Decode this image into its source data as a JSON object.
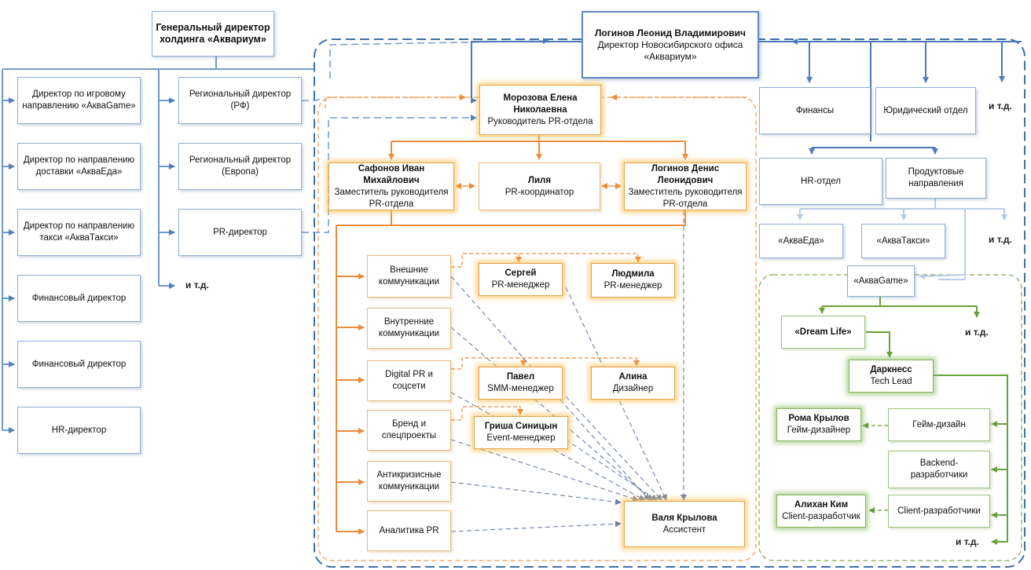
{
  "holding": {
    "ceo": "Генеральный директор холдинга «Аквариум»",
    "left_column": [
      "Директор по игровому направлению «АкваGame»",
      "Директор по направлению доставки «АкваЕда»",
      "Директор по направлению такси «АкваТакси»",
      "Финансовый директор",
      "Финансовый директор",
      "HR-директор"
    ],
    "mid_column": [
      "Региональный директор (РФ)",
      "Региональный директор (Европа)",
      "PR-директор"
    ],
    "etc": "и т.д."
  },
  "office": {
    "director_name": "Логинов Леонид Владимирович",
    "director_title": "Директор Новосибирского офиса «Аквариум»",
    "finance": "Финансы",
    "legal": "Юридический отдел",
    "hr": "HR-отдел",
    "products": "Продуктовые направления",
    "akva_eda": "«АкваЕда»",
    "akva_taxi": "«АкваТакси»",
    "etc": "и т.д."
  },
  "pr": {
    "head_name": "Морозова Елена Николаевна",
    "head_title": "Руководитель PR-отдела",
    "deputy1_name": "Сафонов Иван Михайлович",
    "deputy1_title": "Заместитель руководителя PR-отдела",
    "coord_name": "Лиля",
    "coord_title": "PR-координатор",
    "deputy2_name": "Логинов Денис Леонидович",
    "deputy2_title": "Заместитель руководителя PR-отдела",
    "functions": [
      "Внешние коммуникации",
      "Внутренние коммуникации",
      "Digital PR и соцсети",
      "Бренд и спецпроекты",
      "Антикризисные коммуникации",
      "Аналитика PR"
    ],
    "sergey_name": "Сергей",
    "sergey_title": "PR-менеджер",
    "lyudmila_name": "Людмила",
    "lyudmila_title": "PR-менеджер",
    "pavel_name": "Павел",
    "pavel_title": "SMM-менеджер",
    "alina_name": "Алина",
    "alina_title": "Дизайнер",
    "grisha_name": "Гриша Синицын",
    "grisha_title": "Event-менеджер",
    "valya_name": "Валя Крылова",
    "valya_title": "Ассистент"
  },
  "game": {
    "akva_game": "«АкваGame»",
    "dream_life": "«Dream Life»",
    "etc": "и т.д.",
    "darkness_name": "Даркнесс",
    "darkness_title": "Tech Lead",
    "roma_name": "Рома Крылов",
    "roma_title": "Гейм-дизайнер",
    "game_design": "Гейм-дизайн",
    "backend": "Backend-разработчики",
    "alikhan_name": "Алихан Ким",
    "alikhan_title": "Client-разработчик",
    "client": "Client-разработчики",
    "etc_bottom": "и т.д."
  },
  "colors": {
    "blue": "#5b86c5",
    "light_blue": "#b8cde6",
    "orange": "#ec8c3a",
    "green": "#6a9f3c"
  }
}
